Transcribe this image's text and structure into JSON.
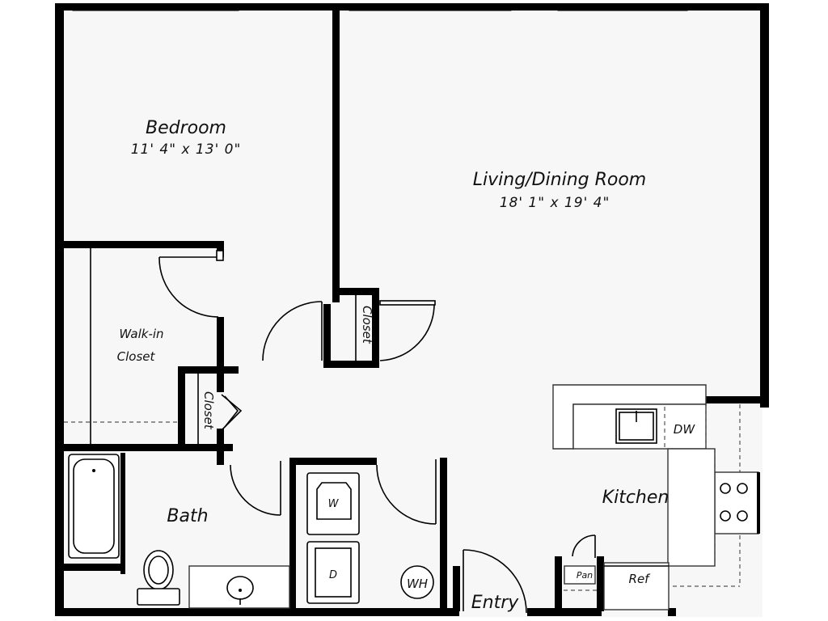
{
  "rooms": {
    "bedroom": {
      "name": "Bedroom",
      "dimensions": "11' 4\" x 13' 0\""
    },
    "living": {
      "name": "Living/Dining Room",
      "dimensions": "18' 1\" x 19' 4\""
    },
    "walkin": {
      "line1": "Walk-in",
      "line2": "Closet"
    },
    "closet_upper": "Closet",
    "closet_lower": "Closet",
    "bath": "Bath",
    "kitchen": "Kitchen",
    "entry": "Entry"
  },
  "fixtures": {
    "washer": "W",
    "dryer": "D",
    "water_heater": "WH",
    "dishwasher": "DW",
    "pantry": "Pan",
    "refrigerator": "Ref"
  }
}
